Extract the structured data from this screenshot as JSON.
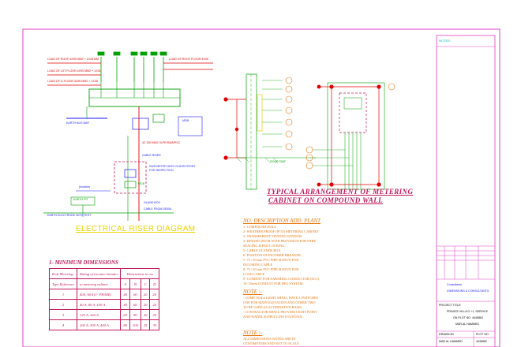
{
  "colors": {
    "border": "#e040c8",
    "green": "#00a000",
    "red": "#e00000",
    "magenta": "#c2185b",
    "orange": "#e8730c",
    "yellow": "#e8d400",
    "blue": "#1a1aff",
    "cyan": "#00b4b4"
  },
  "riser": {
    "title": "ELECTRICAL RISER DIAGRAM",
    "feeders": [
      "LOAD OF ROOF 4X95 MM2 + 1X35 MM",
      "LOAD OF 1ST FLOOR 4X95 MM2 + 1X35",
      "LOAD OF G FLOOR 4X95 MM2 + 1X35"
    ],
    "roof_right": "LOAD OF ROOF FLOOR 4X95",
    "mdb_label": "MDB",
    "busbar": "EARTH BUS BAR",
    "cable_riser": "CABLE RISER",
    "kwh_meter": "KWH METER WITH GLASS FRONT",
    "kwh_meter2": "FOR INSPECTION",
    "mcb_block": "MCB",
    "main_cable": "4C 300 MM2 XLPE/SWA/PVC",
    "gland": "GLAND BOX",
    "from_dewa": "CABLE FROM DEWA",
    "isolator": "(Isolator)",
    "earth_pit": "EARTH PIT",
    "load_text": "LOAD CURRENT",
    "earth_note": "EARTH ELECTRODE WITH TEST"
  },
  "arrangement": {
    "title": "TYPICAL ARRANGEMENT OF METERING",
    "title2": "CABINET ON COMPOUND WALL",
    "road_label": "ROAD SIDE"
  },
  "description": {
    "heading": "NO.   DESCRIPTION        ADD. PLANT",
    "items": [
      "1-   COMPOUND WALL",
      "2-   WEATHER PROOF (IP 55) METERING CABINET",
      "3-   TRANSPARENT VIEWING WINDOW.",
      "4-   HINGED DOOR WITH PROVISION FOR WIRE",
      "       SEALING & PAD LOCKING.",
      "5-   CABLE GLANDS BOX.",
      "6-   POSITION OF INCOMER BREAKER.",
      "7-   75 / 50 mm PVC PIPE SLEEVE FOR",
      "       INCOMING CABLE",
      "8-   75 / 50 mm PVC PIPE SLEEVE FOR",
      "       LOAD CABLE",
      "9-   CONDUIT FOR EARTHING CONDUCTOR (ECC)",
      "10-  25mm CONDUIT FOR DEG SYSTEM."
    ],
    "note1_head": "NOTE :-",
    "note1": [
      "- COMP. WALL LIGHT SHALL HAVE 3 SWITCHES",
      "  ONE FOR MAIN ELEVATION AND OTHER TWO",
      "  TO BE USED AS ALTERNATIVE BASIS",
      "- CONTRACTOR SHALL PROVIDE LIGHT POINT",
      "  AND WATER SUPPLY LINE FOUNTAIN"
    ],
    "note2_head": "NOTE :-",
    "note2": [
      "ALL DIMENSIONS NOTED ARE IN",
      "CENTIMETERS AND NOT TO SCALE"
    ]
  },
  "dimensions": {
    "title": "1- MINIMUM DIMENSIONS",
    "head1": [
      "Kwh Metering",
      "Rating of incomer breaker",
      "Dimensions in cm"
    ],
    "head2": [
      "Type Reference",
      "to metering cabinet",
      "A",
      "B",
      "C",
      "D"
    ],
    "rows": [
      [
        "1",
        "40A, 60A (1- PHASE)",
        "40",
        "60",
        "20",
        "20"
      ],
      [
        "2",
        "40 A, 60 A ,100 A",
        "40",
        "60",
        "20",
        "20"
      ],
      [
        "3",
        "125 A, 160 A",
        "60",
        "80",
        "20",
        "25"
      ],
      [
        "4",
        "200 A, 300 A, 400 A",
        "80",
        "100",
        "25",
        "30"
      ]
    ]
  },
  "titleblock": {
    "notes_label": "NOTES:",
    "company": "DIMENSIONS & CONSULTANTS",
    "company_small": "Consultants",
    "project_label": "PROJECT TITLE:",
    "project": "PRIVATE VILLA G +1, SERVICE",
    "plot": "ON PLOT NO. 4445862",
    "owner": "MAR AL HAMMED",
    "drawn_label": "DRAWN BY",
    "drawn": "MAR AL HAMMED",
    "plot_no_label": "PLOT NO.",
    "plot_no": "4445862"
  }
}
